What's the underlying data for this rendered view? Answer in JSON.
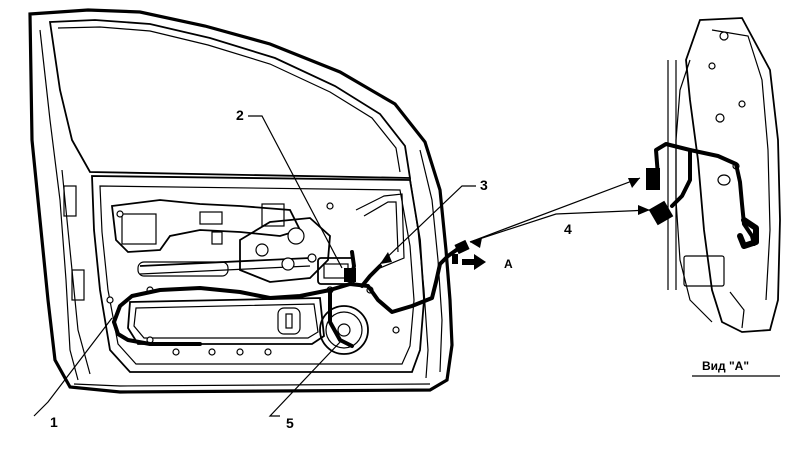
{
  "callouts": {
    "c1": "1",
    "c2": "2",
    "c3": "3",
    "c4": "4",
    "c5": "5",
    "arrow_a": "A"
  },
  "view_caption": "Вид \"A\"",
  "icons": [
    "arrow-right-icon",
    "connector-icon"
  ]
}
